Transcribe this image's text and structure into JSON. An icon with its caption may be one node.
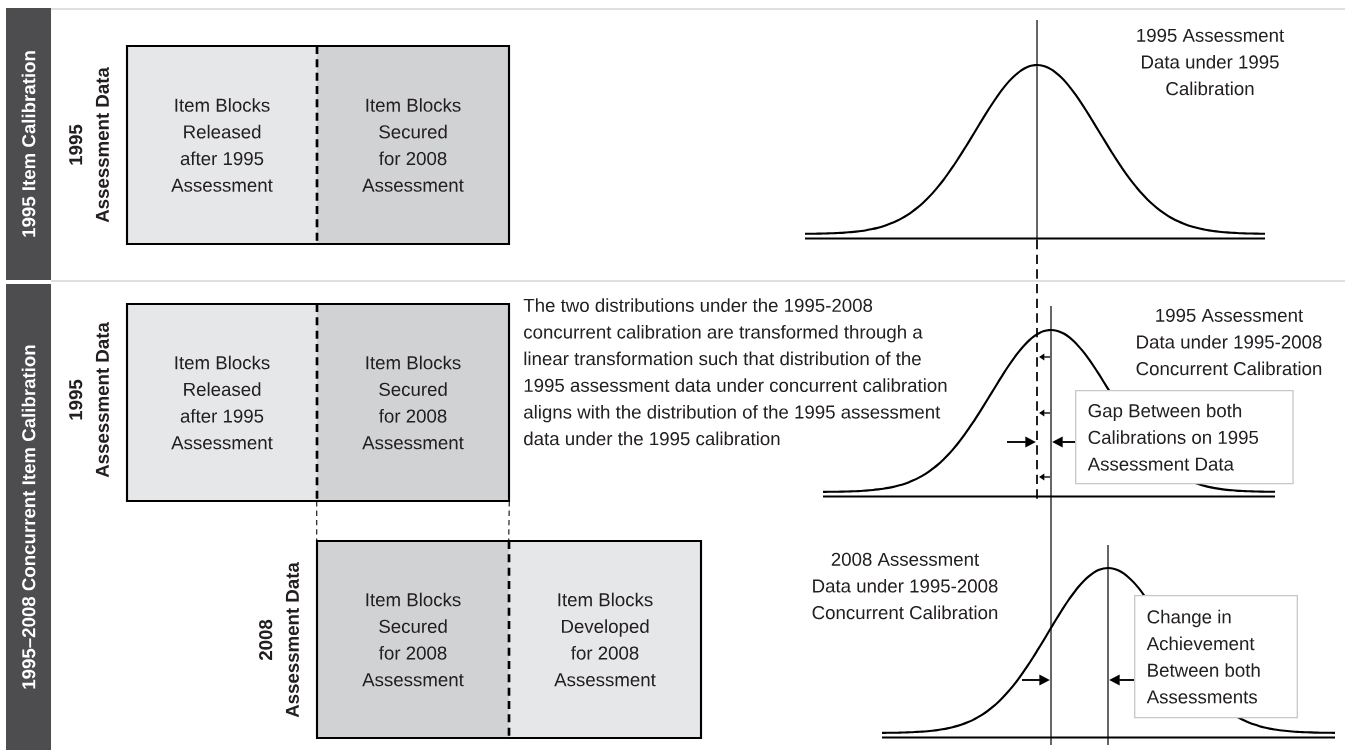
{
  "diagram": {
    "nodes": [
      {
        "text": [
          "1995 Item Calibration"
        ]
      },
      {
        "text": [
          "1995–2008 Concurrent Item Calibration"
        ]
      },
      {
        "text": [
          "Item Blocks Released after 1995 Assessment"
        ]
      },
      {
        "text": [
          "Item Blocks Secured for 2008 Assessment"
        ]
      },
      {
        "text": [
          "Item Blocks Released after 1995 Assessment"
        ]
      },
      {
        "text": [
          "Item Blocks Secured for 2008 Assessment"
        ]
      },
      {
        "text": [
          "Item Blocks Secured for 2008 Assessment"
        ]
      },
      {
        "text": [
          "Item Blocks Developed for 2008 Assessment"
        ]
      },
      {
        "text": [
          "Gap Between both Calibrations on 1995 Assessment Data"
        ]
      },
      {
        "text": [
          "Change in Achievement Between both Assessments"
        ]
      }
    ],
    "edges": [
      {
        "from": 5,
        "to": 6,
        "arrow": "none",
        "style": "dashed"
      },
      {
        "from": 5,
        "to": 7,
        "arrow": "none",
        "style": "dashed"
      }
    ],
    "labels": [
      "1995 Assessment Data",
      "1995 Assessment Data under 1995 Calibration",
      "1995 Assessment Data",
      "The two distributions under the 1995-2008 concurrent calibration are transformed through a linear transformation such that distribution of the 1995 assessment data under concurrent calibration aligns with the distribution of the 1995 assessment data under the 1995 calibration",
      "1995 Assessment Data under 1995-2008 Concurrent Calibration",
      "2008 Assessment Data",
      "2008 Assessment Data under 1995-2008 Concurrent Calibration"
    ]
  }
}
